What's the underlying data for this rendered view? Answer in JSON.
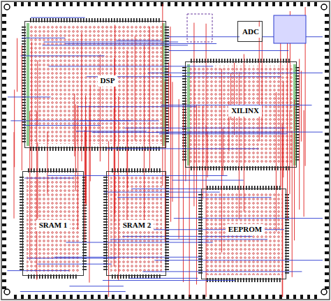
{
  "diagram": {
    "nodes": [
      {
        "text": [
          "DSP"
        ]
      },
      {
        "text": [
          "ADC"
        ]
      },
      {
        "text": [
          "XILINX"
        ]
      },
      {
        "text": [
          "SRAM 1"
        ]
      },
      {
        "text": [
          "SRAM 2"
        ]
      },
      {
        "text": [
          "EEPROM"
        ]
      }
    ]
  }
}
